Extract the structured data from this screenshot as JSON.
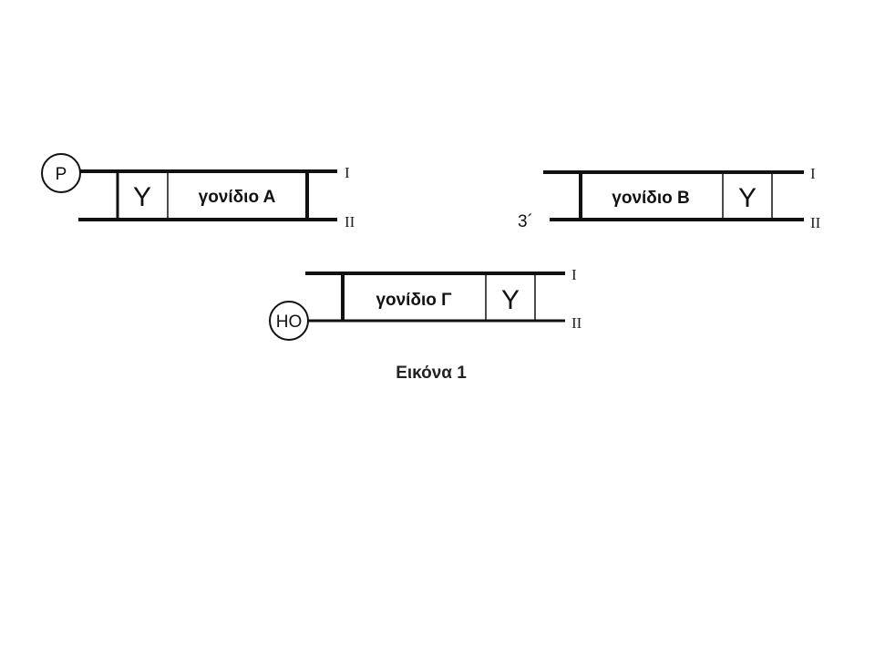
{
  "figure": {
    "caption": "Εικόνα 1",
    "strand_labels": {
      "top": "I",
      "bottom": "II"
    },
    "fragments": [
      {
        "id": "A",
        "gene_label": "γονίδιο Α",
        "marker": "Y",
        "end_label": "P"
      },
      {
        "id": "B",
        "gene_label": "γονίδιο Β",
        "marker": "Y",
        "end_label": "3´"
      },
      {
        "id": "G",
        "gene_label": "γονίδιο Γ",
        "marker": "Y",
        "end_label": "HO"
      }
    ]
  }
}
